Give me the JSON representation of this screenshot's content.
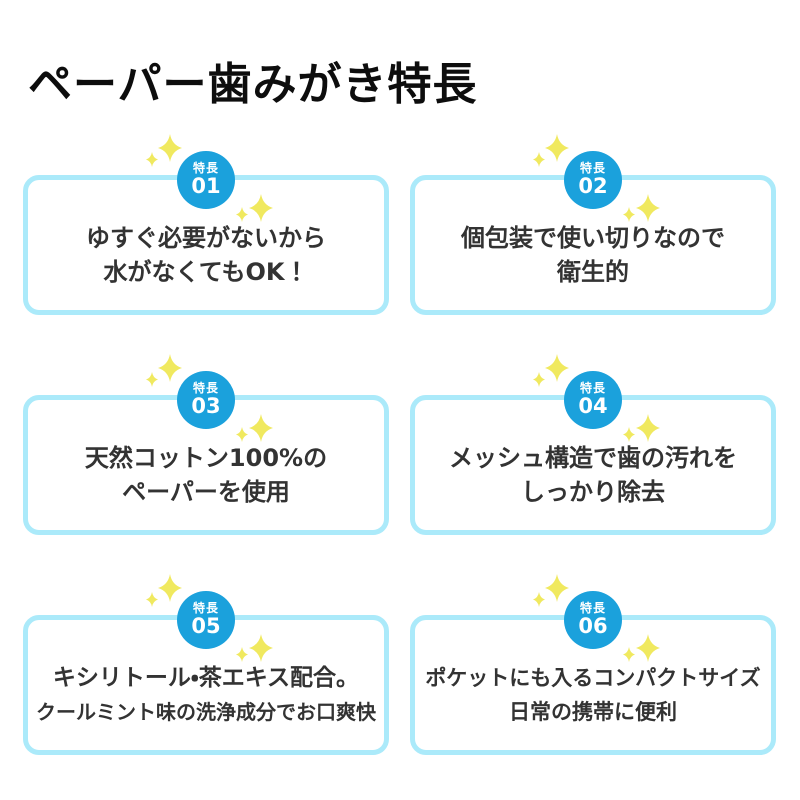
{
  "page": {
    "title": "ペーパー歯みがき特長"
  },
  "colors": {
    "badge_blue": "#1BA1DC",
    "card_border": "#ABEAFA",
    "sparkle_yellow": "#F0E95F",
    "text_dark": "#333333",
    "title_black": "#0d0d0d",
    "page_bg": "#ffffff"
  },
  "features": [
    {
      "badge_label": "特長",
      "badge_number": "01",
      "lines": [
        "ゆすぐ必要がないから",
        "水がなくてもOK！"
      ]
    },
    {
      "badge_label": "特長",
      "badge_number": "02",
      "lines": [
        "個包装で使い切りなので",
        "衛生的"
      ]
    },
    {
      "badge_label": "特長",
      "badge_number": "03",
      "lines": [
        "天然コットン100%の",
        "ペーパーを使用"
      ]
    },
    {
      "badge_label": "特長",
      "badge_number": "04",
      "lines": [
        "メッシュ構造で歯の汚れを",
        "しっかり除去"
      ]
    },
    {
      "badge_label": "特長",
      "badge_number": "05",
      "lines": [
        "キシリトール・茶エキス配合。",
        "クールミント味の洗浄成分でお口爽快"
      ]
    },
    {
      "badge_label": "特長",
      "badge_number": "06",
      "lines": [
        "ポケットにも入るコンパクトサイズ",
        "日常の携帯に便利"
      ]
    }
  ]
}
